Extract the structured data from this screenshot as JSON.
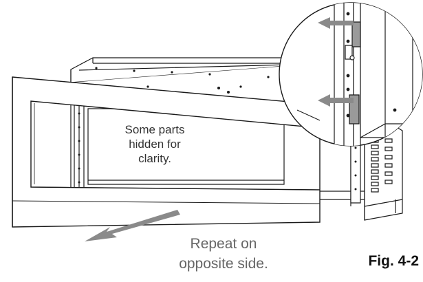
{
  "labels": {
    "note_lines": [
      "Some parts",
      "hidden for",
      "clarity."
    ],
    "instruction_lines": [
      "Repeat on",
      "opposite side."
    ],
    "figure": "Fig. 4-2"
  },
  "colors": {
    "line": "#1a1a1a",
    "arrow": "#8a8a8a",
    "text": "#555555"
  },
  "icons": {
    "pull_arrow": "arrow-left-down-icon",
    "bracket_arrows": "arrow-left-icon"
  }
}
